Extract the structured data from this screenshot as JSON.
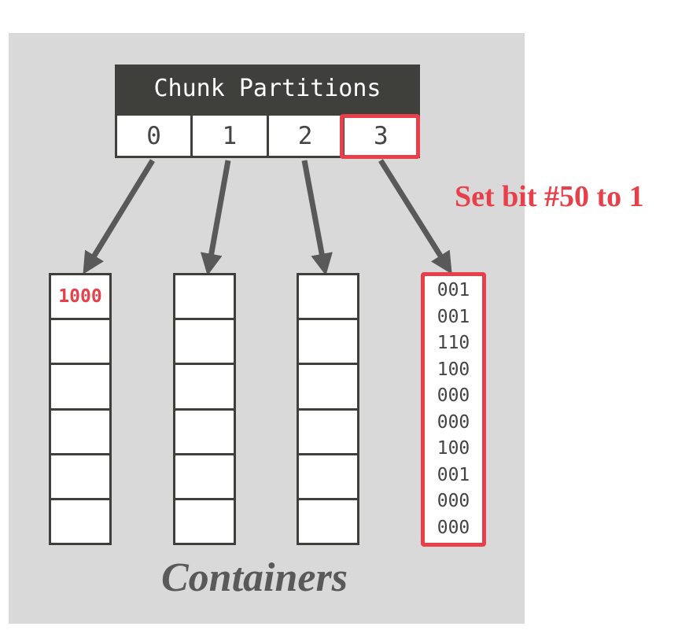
{
  "chunk_partitions": {
    "title": "Chunk Partitions",
    "partitions": [
      "0",
      "1",
      "2",
      "3"
    ],
    "highlighted_index": 3
  },
  "annotation": {
    "text": "Set bit #50 to 1"
  },
  "containers": {
    "label": "Containers",
    "first_container_value": "1000",
    "bitmap_values": [
      "001",
      "001",
      "110",
      "100",
      "000",
      "000",
      "100",
      "001",
      "000",
      "000"
    ]
  },
  "colors": {
    "highlight": "#e8404a",
    "dark": "#3f3f3b",
    "panel": "#d9d9d9"
  }
}
